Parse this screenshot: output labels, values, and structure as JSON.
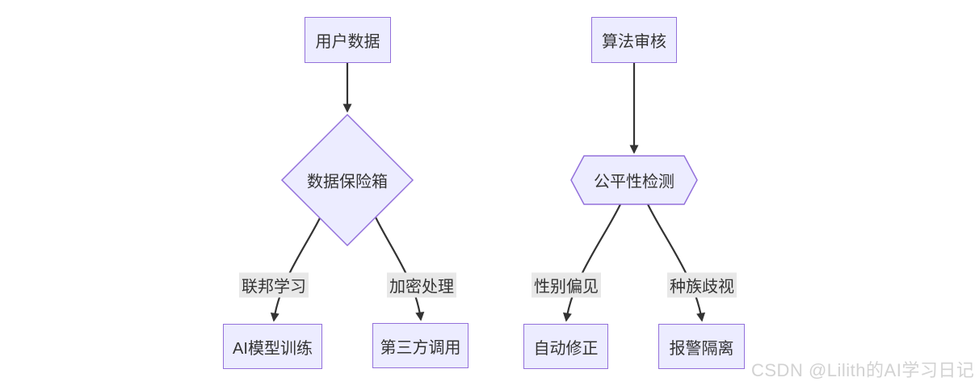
{
  "colors": {
    "node_fill": "#ECECFF",
    "node_border": "#9370DB",
    "edge_line": "#333333",
    "edge_label_bg": "#E8E8E8",
    "text": "#333333",
    "watermark": "#D2D2D2"
  },
  "watermark": {
    "text": "CSDN @Lilith的AI学习日记"
  },
  "diagram": {
    "type": "flowchart",
    "left_flow": {
      "source_label": "用户数据",
      "decision_label": "数据保险箱",
      "decision_shape": "diamond",
      "branches": [
        {
          "edge_label": "联邦学习",
          "target_label": "AI模型训练"
        },
        {
          "edge_label": "加密处理",
          "target_label": "第三方调用"
        }
      ]
    },
    "right_flow": {
      "source_label": "算法审核",
      "decision_label": "公平性检测",
      "decision_shape": "hexagon",
      "branches": [
        {
          "edge_label": "性别偏见",
          "target_label": "自动修正"
        },
        {
          "edge_label": "种族歧视",
          "target_label": "报警隔离"
        }
      ]
    }
  }
}
